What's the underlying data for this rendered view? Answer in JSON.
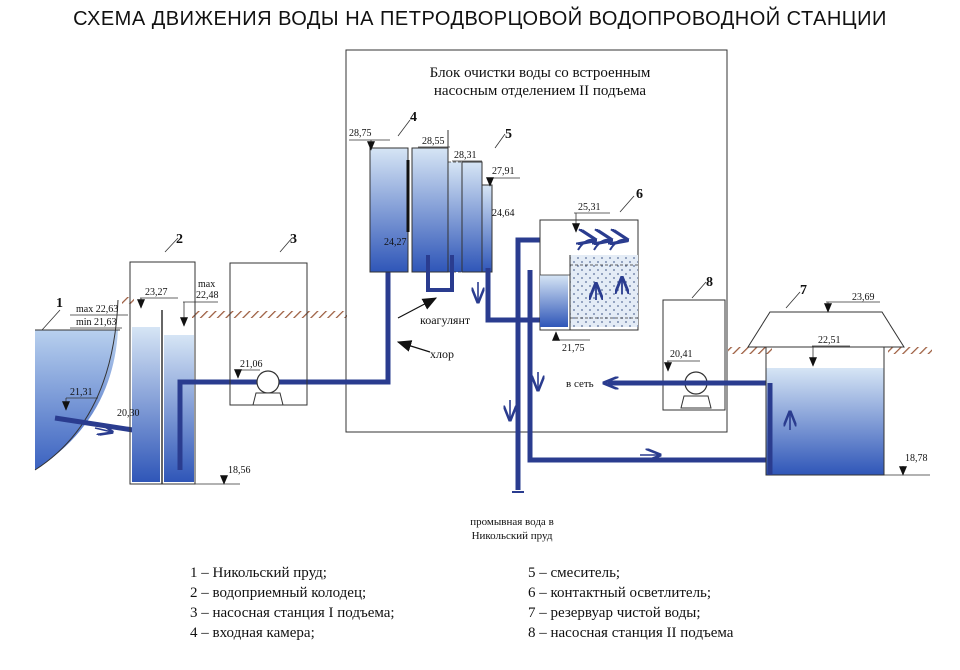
{
  "title": "СХЕМА ДВИЖЕНИЯ ВОДЫ НА ПЕТРОДВОРЦОВОЙ ВОДОПРОВОДНОЙ СТАНЦИИ",
  "block_title_line1": "Блок очистки воды со встроенным",
  "block_title_line2": "насосным отделением II подъема",
  "numbers": [
    "1",
    "2",
    "3",
    "4",
    "5",
    "6",
    "7",
    "8"
  ],
  "labels": {
    "coagulant": "коагулянт",
    "chlorine": "хлор",
    "to_network": "в сеть",
    "wash_water_line1": "промывная вода в",
    "wash_water_line2": "Никольский пруд",
    "max_label": "max",
    "pond_max": "max 22,63",
    "pond_min": "min 21,63"
  },
  "levels": {
    "l2331": "21,31",
    "l2030": "20,30",
    "l2327": "23,27",
    "l2248": "22,48",
    "l1856": "18,56",
    "l2106": "21,06",
    "l2875": "28,75",
    "l2855": "28,55",
    "l2831": "28,31",
    "l2791": "27,91",
    "l2464": "24,64",
    "l2427": "24,27",
    "l2531": "25,31",
    "l2175": "21,75",
    "l2041": "20,41",
    "l2369": "23,69",
    "l2251": "22,51",
    "l1878": "18,78"
  },
  "legend_left": [
    "1 – Никольский пруд;",
    "2 – водоприемный колодец;",
    "3 – насосная станция I подъема;",
    "4 – входная камера;"
  ],
  "legend_right": [
    "5 – смеситель;",
    "6 – контактный осветлитель;",
    "7 – резервуар чистой воды;",
    "8 – насосная станция II подъема"
  ],
  "colors": {
    "pipe": "#2a3c8f",
    "water_top": "#cfe0f3",
    "water_bottom": "#2f56b8",
    "ground": "#9b5a3c"
  }
}
